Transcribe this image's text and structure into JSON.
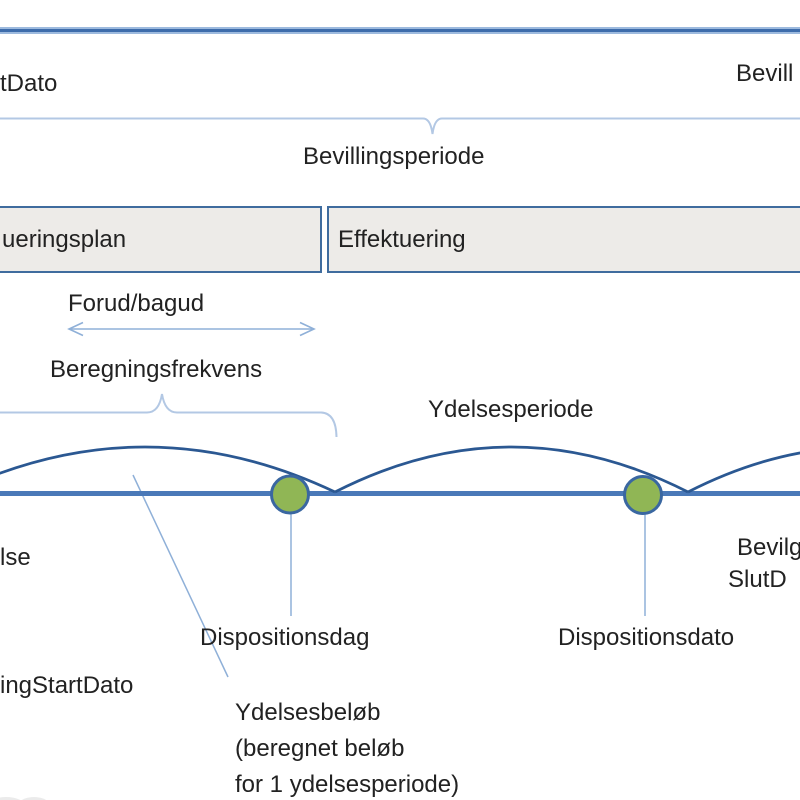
{
  "diagram": {
    "top": {
      "start_label_fragment": "tDato",
      "end_label_fragment": "Bevill",
      "period_label": "Bevillingsperiode"
    },
    "phase_bar": {
      "left_segment_fragment": "ueringsplan",
      "right_segment_label": "Effektuering"
    },
    "middle": {
      "forud_bagud_label": "Forud/bagud",
      "beregningsfrekvens_label": "Beregningsfrekvens",
      "ydelsesperiode_label": "Ydelsesperiode"
    },
    "timeline": {
      "left_label_fragment": "lse",
      "right_label_line1_fragment": "Bevilg",
      "right_label_line2_fragment": "SlutD",
      "dispositionsdag_label": "Dispositionsdag",
      "dispositionsdato_label": "Dispositionsdato",
      "bottom_left_fragment": "ingStartDato",
      "ydelsesbeloeb_lines": [
        "Ydelsesbeløb",
        "(beregnet beløb",
        "for 1 ydelsesperiode)"
      ]
    },
    "colors": {
      "arc_blue": "#2b5892",
      "timeline_blue": "#4a79b8",
      "light_blue": "#8fb0d8",
      "brace_blue": "#b3c8e4",
      "top_line": "#3d6cab",
      "top_line_fringe": "#9dbade",
      "bar_fill": "#edebe8",
      "bar_border": "#3f6c9e",
      "dot_green": "#90b655",
      "dot_border": "#3a67a1",
      "text": "#222222"
    }
  }
}
